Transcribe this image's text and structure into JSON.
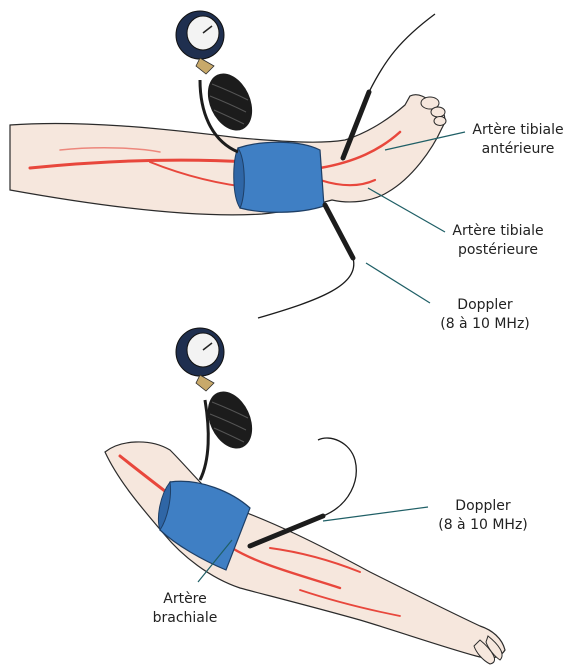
{
  "labels": {
    "anterior_tibial": [
      "Artère tibiale",
      "antérieure"
    ],
    "posterior_tibial": [
      "Artère tibiale",
      "postérieure"
    ],
    "doppler_leg": [
      "Doppler",
      "(8 à 10 MHz)"
    ],
    "doppler_arm": [
      "Doppler",
      "(8 à 10 MHz)"
    ],
    "brachial": [
      "Artère",
      "brachiale"
    ]
  },
  "colors": {
    "skin": "#f6e7dd",
    "outline": "#2b2b2b",
    "artery": "#e8473c",
    "cuff": "#3f7fc4",
    "cuff_shade": "#2f66a6",
    "gauge": "#1f2f4f",
    "bulb": "#1c1c1c",
    "leader": "#1f5f66"
  }
}
